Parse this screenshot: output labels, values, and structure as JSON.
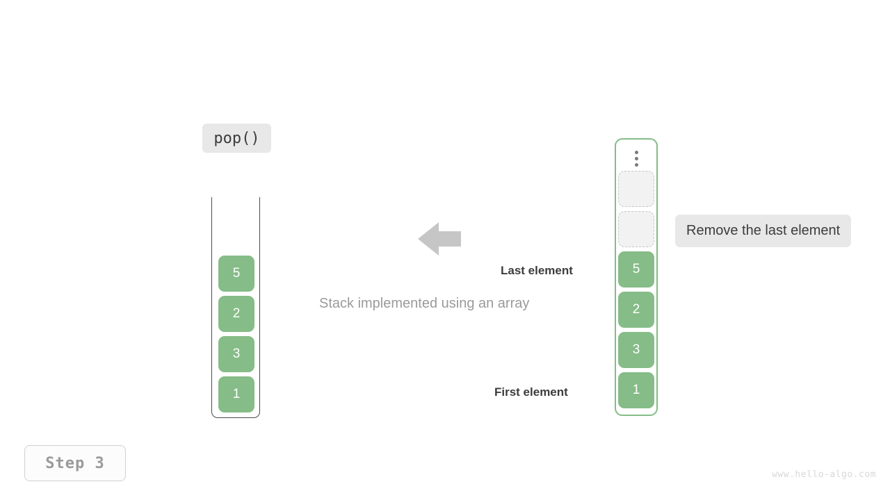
{
  "operation": {
    "label": "pop()"
  },
  "stack": {
    "title": "Stack implemented using an array",
    "cells": [
      "5",
      "2",
      "3",
      "1"
    ]
  },
  "array": {
    "ellipsis_icon": "vertical-ellipsis-icon",
    "empty_slots": 2,
    "cells": [
      "5",
      "2",
      "3",
      "1"
    ],
    "last_element_label": "Last element",
    "first_element_label": "First element"
  },
  "note": {
    "text": "Remove the last element"
  },
  "arrow": {
    "icon": "arrow-left-icon",
    "color": "#c6c6c6"
  },
  "step": {
    "label": "Step 3"
  },
  "watermark": {
    "text": "www.hello-algo.com"
  },
  "colors": {
    "cell_green": "#85bc87",
    "cell_text": "#ffffff",
    "empty_slot_fill": "#f2f2f2",
    "empty_slot_border": "#c8c8c8",
    "chip_background": "#e8e8e8",
    "caption_gray": "#9a9a9a",
    "text_dark": "#3c3c3c"
  }
}
